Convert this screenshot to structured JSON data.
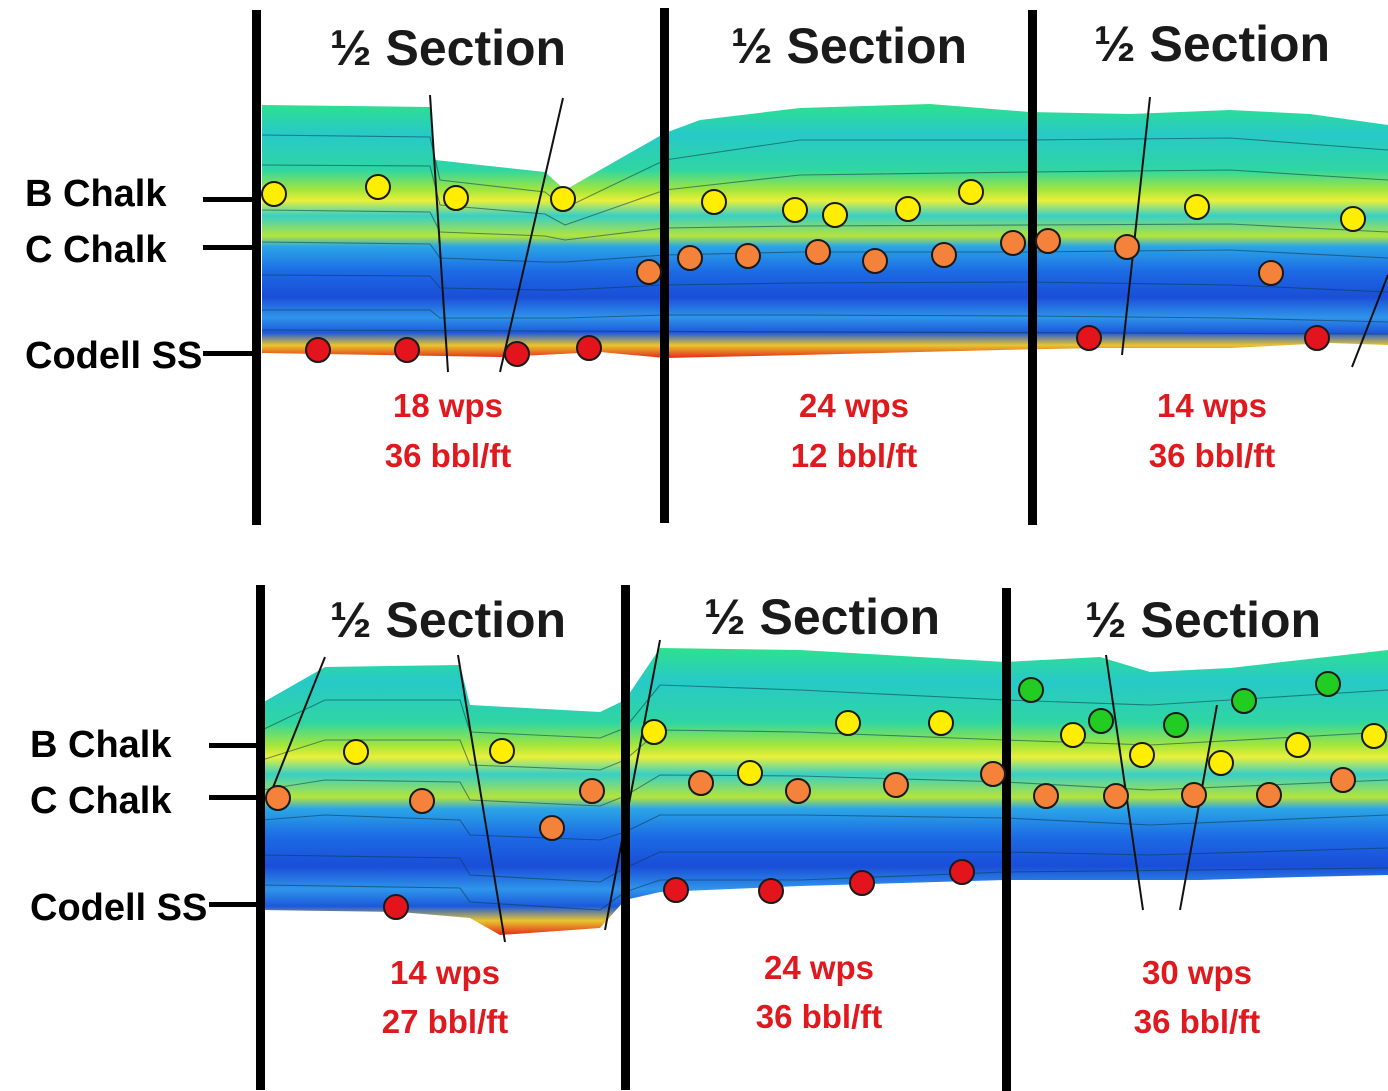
{
  "colors": {
    "well_b_chalk": "#ffee00",
    "well_c_chalk": "#f5823a",
    "well_codell": "#e4141c",
    "well_green": "#22cc22",
    "spacing_text": "#e0191e",
    "divider": "#000000",
    "section_fill_base": "#1e8ef0"
  },
  "panels": [
    {
      "formation_labels": [
        "B Chalk",
        "C Chalk",
        "Codell SS"
      ],
      "sections": [
        {
          "title": "½ Section",
          "spacing": "18 wps",
          "volume": "36 bbl/ft"
        },
        {
          "title": "½ Section",
          "spacing": "24 wps",
          "volume": "12 bbl/ft"
        },
        {
          "title": "½ Section",
          "spacing": "14 wps",
          "volume": "36 bbl/ft"
        }
      ]
    },
    {
      "formation_labels": [
        "B Chalk",
        "C Chalk",
        "Codell SS"
      ],
      "sections": [
        {
          "title": "½ Section",
          "spacing": "14 wps",
          "volume": "27 bbl/ft"
        },
        {
          "title": "½ Section",
          "spacing": "24 wps",
          "volume": "36 bbl/ft"
        },
        {
          "title": "½ Section",
          "spacing": "30 wps",
          "volume": "36 bbl/ft"
        }
      ]
    }
  ]
}
